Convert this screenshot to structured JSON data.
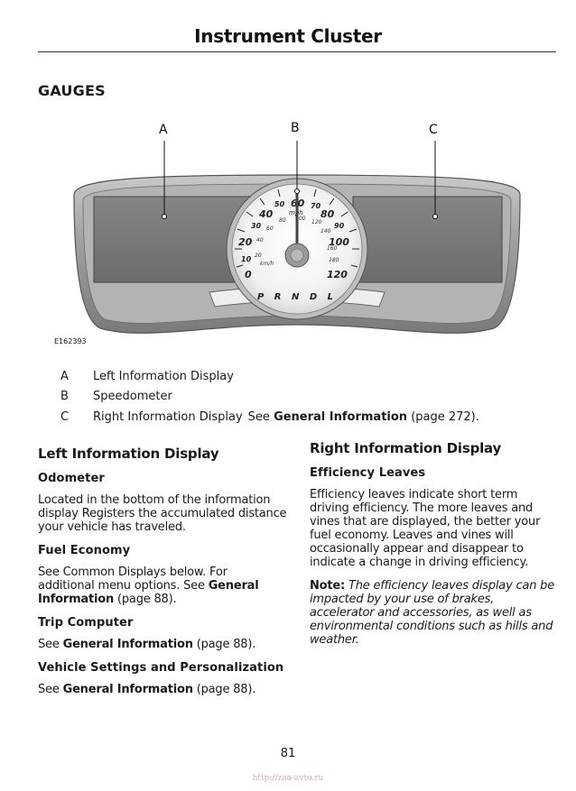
{
  "header": {
    "title": "Instrument Cluster"
  },
  "section_title": "GAUGES",
  "figure": {
    "labels": [
      "A",
      "B",
      "C"
    ],
    "code": "E162393",
    "speed_ticks_mph": [
      "10",
      "20",
      "30",
      "40",
      "50",
      "60",
      "70",
      "80",
      "90",
      "100",
      "120"
    ],
    "speed_ticks_kmh": [
      "20",
      "40",
      "60",
      "80",
      "100",
      "120",
      "140",
      "160",
      "180"
    ],
    "unit_label": "mph",
    "sub_unit_label": "km/h",
    "zero_label": "0",
    "gear_indicator": "P R N D L"
  },
  "legend": [
    {
      "key": "A",
      "text": "Left Information Display"
    },
    {
      "key": "B",
      "text": "Speedometer"
    },
    {
      "key": "C",
      "text": "Right Information Display",
      "see_prefix": "See ",
      "see_link": "General Information",
      "see_suffix": " (page 272)."
    }
  ],
  "left_column": {
    "heading": "Left Information Display",
    "odometer": {
      "title": "Odometer",
      "body": "Located in the bottom of the information display Registers the accumulated distance your vehicle has traveled."
    },
    "fuel_economy": {
      "title": "Fuel Economy",
      "body": "See Common Displays below. For additional menu options.  See ",
      "link": "General Information",
      "suffix": " (page 88)."
    },
    "trip_computer": {
      "title": "Trip Computer",
      "prefix": "See ",
      "link": "General Information",
      "suffix": " (page 88)."
    },
    "vehicle_settings": {
      "title": "Vehicle Settings and Personalization",
      "prefix": "See ",
      "link": "General Information",
      "suffix": " (page 88)."
    }
  },
  "right_column": {
    "heading": "Right Information Display",
    "efficiency": {
      "title": "Efficiency Leaves",
      "body": "Efficiency leaves indicate short term driving efficiency. The more leaves and vines that are displayed, the better your fuel economy. Leaves and vines will occasionally appear and disappear to indicate a change in driving efficiency.",
      "note_label": "Note:",
      "note_text": "The efficiency leaves display can be impacted by your use of brakes, accelerator and accessories, as well as environmental conditions such as hills and weather."
    }
  },
  "page_number": "81",
  "footer_url": "http://zaa-avto.ru"
}
